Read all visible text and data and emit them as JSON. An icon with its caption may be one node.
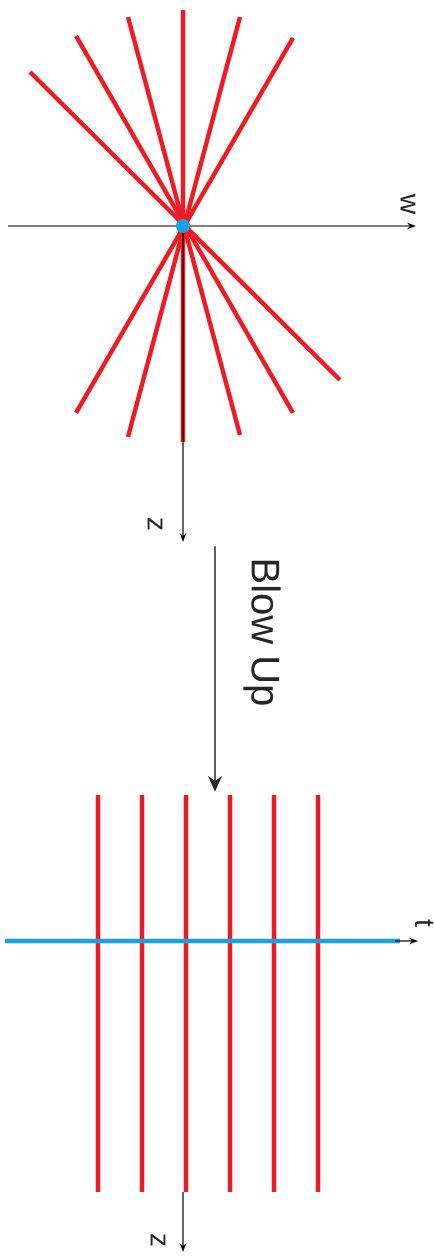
{
  "diagram": {
    "nodes": [
      {
        "text": [],
        "shape": "picture"
      },
      {
        "text": [],
        "shape": "picture"
      }
    ],
    "edges": [
      {
        "from": 0,
        "to": 1,
        "arrow": "to",
        "label": "Blow Up"
      }
    ],
    "labels": [
      "w",
      "z",
      "t",
      "z"
    ]
  }
}
